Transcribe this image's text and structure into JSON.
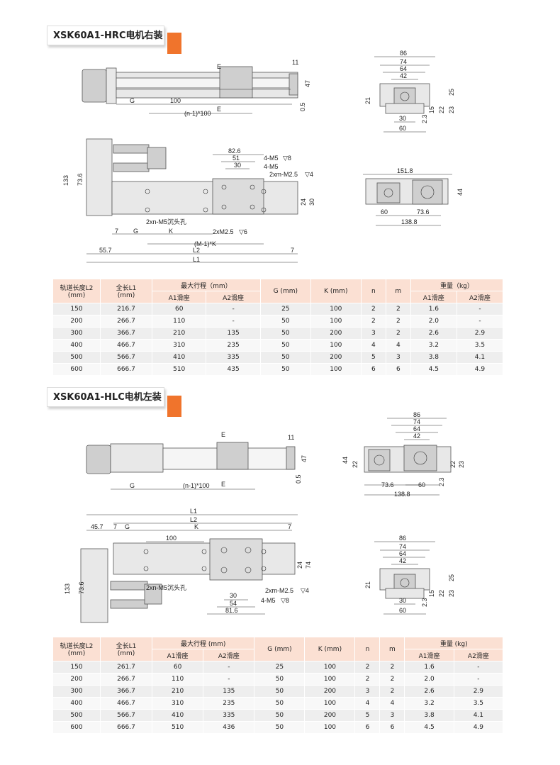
{
  "sections": [
    {
      "title": "XSK60A1-HRC电机右装",
      "headers": {
        "l2": "轨道长度L2",
        "l2_unit": "(mm)",
        "l1": "全长L1",
        "l1_unit": "(mm)",
        "stroke": "最大行程（mm）",
        "stroke_a1": "A1滑座",
        "stroke_a2": "A2滑座",
        "g": "G (mm)",
        "k": "K (mm)",
        "n": "n",
        "m": "m",
        "weight": "重量（kg）",
        "weight_a1": "A1滑座",
        "weight_a2": "A2滑座"
      },
      "rows": [
        [
          "150",
          "216.7",
          "60",
          "-",
          "25",
          "100",
          "2",
          "2",
          "1.6",
          "-"
        ],
        [
          "200",
          "266.7",
          "110",
          "-",
          "50",
          "100",
          "2",
          "2",
          "2.0",
          "-"
        ],
        [
          "300",
          "366.7",
          "210",
          "135",
          "50",
          "200",
          "3",
          "2",
          "2.6",
          "2.9"
        ],
        [
          "400",
          "466.7",
          "310",
          "235",
          "50",
          "100",
          "4",
          "4",
          "3.2",
          "3.5"
        ],
        [
          "500",
          "566.7",
          "410",
          "335",
          "50",
          "200",
          "5",
          "3",
          "3.8",
          "4.1"
        ],
        [
          "600",
          "666.7",
          "510",
          "435",
          "50",
          "100",
          "6",
          "6",
          "4.5",
          "4.9"
        ]
      ],
      "dims": {
        "d11": "11",
        "d47": "47",
        "d05": "0.5",
        "E": "E",
        "G": "G",
        "d100": "100",
        "n100": "(n-1)*100",
        "d826": "82.6",
        "d51": "51",
        "d30": "30",
        "m5d8": "4-M5",
        "m5d8b": "▽8",
        "m5": "4-M5",
        "m25": "2xm-M2.5",
        "m25b": "▽4",
        "d133": "133",
        "d736": "73.6",
        "d24": "24",
        "d30b": "30",
        "m5hole": "2xn-M5沉头孔",
        "m25d6": "2xM2.5",
        "m25d6b": "▽6",
        "d7": "7",
        "K": "K",
        "mk": "(M-1)*K",
        "d557": "55.7",
        "L2": "L2",
        "L1": "L1",
        "e86": "86",
        "e74": "74",
        "e64": "64",
        "e42": "42",
        "e25": "25",
        "e21": "21",
        "e15": "15",
        "e22": "22",
        "e23": "23",
        "e23b": "2.3",
        "e30": "30",
        "e60": "60",
        "s1518": "151.8",
        "s44": "44",
        "s60": "60",
        "s736": "73.6",
        "s1388": "138.8"
      }
    },
    {
      "title": "XSK60A1-HLC电机左装",
      "headers": {
        "l2": "轨道长度L2",
        "l2_unit": "(mm)",
        "l1": "全长L1",
        "l1_unit": "(mm)",
        "stroke": "最大行程 (mm)",
        "stroke_a1": "A1滑座",
        "stroke_a2": "A2滑座",
        "g": "G (mm)",
        "k": "K (mm)",
        "n": "n",
        "m": "m",
        "weight": "重量 (kg)",
        "weight_a1": "A1滑座",
        "weight_a2": "A2滑座"
      },
      "rows": [
        [
          "150",
          "261.7",
          "60",
          "-",
          "25",
          "100",
          "2",
          "2",
          "1.6",
          "-"
        ],
        [
          "200",
          "266.7",
          "110",
          "-",
          "50",
          "100",
          "2",
          "2",
          "2.0",
          "-"
        ],
        [
          "300",
          "366.7",
          "210",
          "135",
          "50",
          "200",
          "3",
          "2",
          "2.6",
          "2.9"
        ],
        [
          "400",
          "466.7",
          "310",
          "235",
          "50",
          "100",
          "4",
          "4",
          "3.2",
          "3.5"
        ],
        [
          "500",
          "566.7",
          "410",
          "335",
          "50",
          "200",
          "5",
          "3",
          "3.8",
          "4.1"
        ],
        [
          "600",
          "666.7",
          "510",
          "436",
          "50",
          "100",
          "6",
          "6",
          "4.5",
          "4.9"
        ]
      ],
      "dims": {
        "d11": "11",
        "d47": "47",
        "d05": "0.5",
        "E": "E",
        "G": "G",
        "n100": "(n-1)*100",
        "L1": "L1",
        "L2": "L2",
        "d457": "45.7",
        "d7": "7",
        "K": "K",
        "d100": "100",
        "d133": "133",
        "d736": "73.6",
        "d24": "24",
        "d74": "74",
        "m5hole": "2xn-M5沉头孔",
        "m25": "2xm-M2.5",
        "m25b": "▽4",
        "m5d8": "4-M5",
        "m5d8b": "▽8",
        "d30": "30",
        "d54": "54",
        "d816": "81.6",
        "e86": "86",
        "e74": "74",
        "e64": "64",
        "e42": "42",
        "e44": "44",
        "e22": "22",
        "e23": "23",
        "e23b": "2.3",
        "e60": "60",
        "e736": "73.6",
        "e1388": "138.8",
        "e25": "25",
        "e21": "21",
        "e15": "15",
        "e30": "30"
      }
    }
  ]
}
